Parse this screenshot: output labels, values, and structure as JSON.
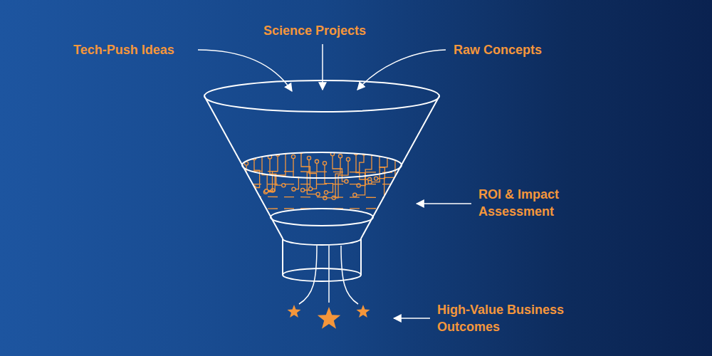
{
  "diagram": {
    "labels": [
      "Tech-Push Ideas",
      "Science Projects",
      "Raw Concepts",
      "ROI & Impact Assessment",
      "High-Value Business Outcomes"
    ]
  }
}
